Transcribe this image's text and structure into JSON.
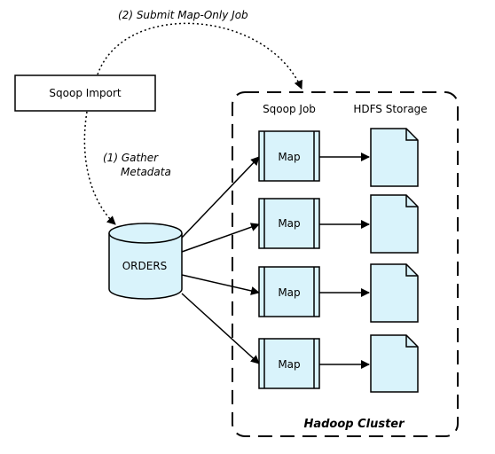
{
  "nodes": {
    "sqoop_import": "Sqoop Import",
    "orders": "ORDERS",
    "sqoop_job_header": "Sqoop Job",
    "hdfs_header": "HDFS Storage",
    "cluster_label": "Hadoop Cluster",
    "map_tasks": [
      "Map",
      "Map",
      "Map",
      "Map"
    ]
  },
  "edges": {
    "submit_label": "(2) Submit Map-Only Job",
    "gather_label_line1": "(1) Gather",
    "gather_label_line2": "Metadata"
  },
  "colors": {
    "fill": "#d9f3fb",
    "stroke": "#000000"
  }
}
